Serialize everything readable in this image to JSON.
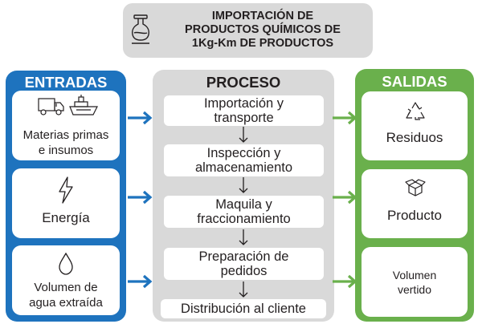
{
  "title": {
    "line1": "IMPORTACIÓN DE",
    "line2": "PRODUCTOS QUÍMICOS DE",
    "line3": "1Kg-Km DE PRODUCTOS"
  },
  "entradas": {
    "header": "ENTRADAS",
    "items": [
      {
        "line1": "Materias primas",
        "line2": "e insumos",
        "icons": [
          "truck-icon",
          "ship-icon"
        ]
      },
      {
        "line1": "Energía",
        "icons": [
          "lightning-icon"
        ]
      },
      {
        "line1": "Volumen de",
        "line2": "agua extraída",
        "icons": [
          "water-drop-icon"
        ]
      }
    ]
  },
  "proceso": {
    "header": "PROCESO",
    "steps": [
      {
        "line1": "Importación y",
        "line2": "transporte"
      },
      {
        "line1": "Inspección y",
        "line2": "almacenamiento"
      },
      {
        "line1": "Maquila y",
        "line2": "fraccionamiento"
      },
      {
        "line1": "Preparación de",
        "line2": "pedidos"
      },
      {
        "line1": "Distribución al cliente"
      }
    ]
  },
  "salidas": {
    "header": "SALIDAS",
    "items": [
      {
        "line1": "Residuos",
        "icons": [
          "recycle-icon"
        ]
      },
      {
        "line1": "Producto",
        "icons": [
          "box-icon"
        ]
      },
      {
        "line1": "Volumen",
        "line2": "vertido"
      }
    ]
  },
  "colors": {
    "entradas": "#1e73be",
    "proceso": "#d9d9d9",
    "salidas": "#6ab04c",
    "title_bg": "#d9d9d9"
  }
}
